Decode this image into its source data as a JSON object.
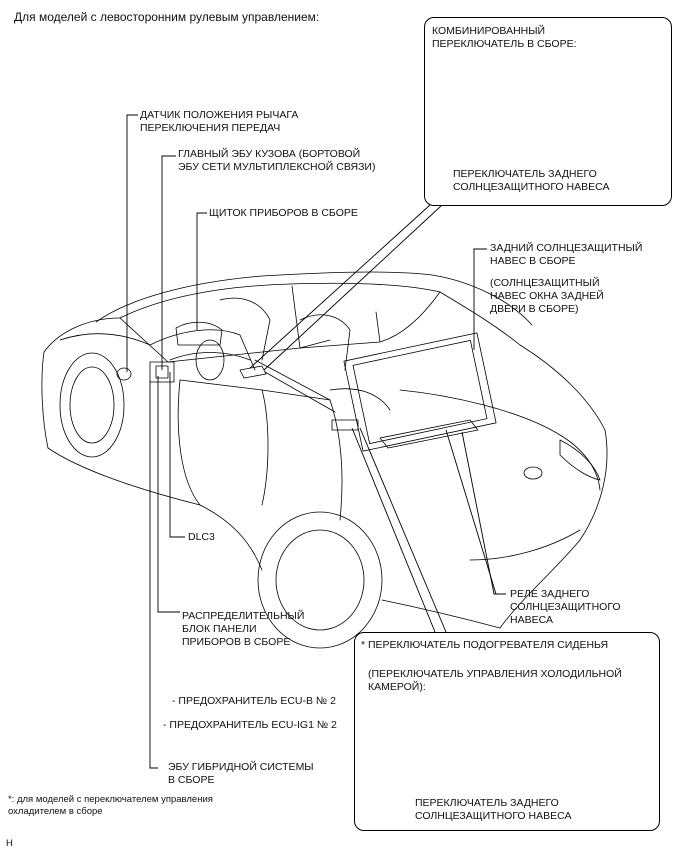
{
  "title": "Для моделей с левосторонним рулевым управлением:",
  "labels": {
    "shift_sensor": "ДАТЧИК ПОЛОЖЕНИЯ РЫЧАГА\nПЕРЕКЛЮЧЕНИЯ ПЕРЕДАЧ",
    "main_body_ecu": "ГЛАВНЫЙ ЭБУ КУЗОВА (БОРТОВОЙ\nЭБУ СЕТИ МУЛЬТИПЛЕКСНОЙ СВЯЗИ)",
    "combination_meter": "ЩИТОК ПРИБОРОВ В СБОРЕ",
    "rear_sunshade": "ЗАДНИЙ СОЛНЦЕЗАЩИТНЫЙ\nНАВЕС В СБОРЕ",
    "rear_door_sunshade": "(СОЛНЦЕЗАЩИТНЫЙ\nНАВЕС ОКНА ЗАДНЕЙ\nДВЕРИ В СБОРЕ)",
    "dlc3": "DLC3",
    "rear_sunshade_relay": "РЕЛЕ ЗАДНЕГО\nСОЛНЦЕЗАЩИТНОГО\nНАВЕСА",
    "junction_block": "РАСПРЕДЕЛИТЕЛЬНЫЙ\nБЛОК ПАНЕЛИ\nПРИБОРОВ В СБОРЕ",
    "fuse_ecu_b": "- ПРЕДОХРАНИТЕЛЬ ECU-B № 2",
    "fuse_ecu_ig1": "- ПРЕДОХРАНИТЕЛЬ ECU-IG1 № 2",
    "hybrid_ecu": "ЭБУ ГИБРИДНОЙ СИСТЕМЫ\nВ СБОРЕ"
  },
  "box_top": {
    "heading": "КОМБИНИРОВАННЫЙ\nПЕРЕКЛЮЧАТЕЛЬ В СБОРЕ:",
    "caption": "ПЕРЕКЛЮЧАТЕЛЬ ЗАДНЕГО\nСОЛНЦЕЗАЩИТНОГО НАВЕСА"
  },
  "box_bottom": {
    "heading": "* ПЕРЕКЛЮЧАТЕЛЬ ПОДОГРЕВАТЕЛЯ СИДЕНЬЯ",
    "subheading": "(ПЕРЕКЛЮЧАТЕЛЬ УПРАВЛЕНИЯ ХОЛОДИЛЬНОЙ\nКАМЕРОЙ):",
    "caption": "ПЕРЕКЛЮЧАТЕЛЬ ЗАДНЕГО\nСОЛНЦЕЗАЩИТНОГО НАВЕСА"
  },
  "footnote": "*: для моделей с переключателем управления\nохладителем в сборе",
  "corner_mark": "H"
}
